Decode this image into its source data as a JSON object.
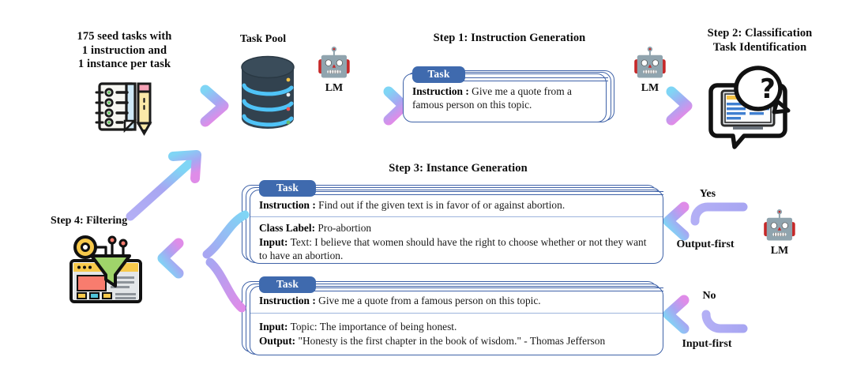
{
  "figure": {
    "background": "#ffffff",
    "accent_blue": "#3f6aae",
    "card_border": "#3f62a8",
    "arrow_gradient": [
      "#a8a6f2",
      "#7fd5f5",
      "#df8ce8"
    ]
  },
  "seed": {
    "caption": "175 seed tasks with\n1 instruction and\n1 instance per task",
    "icon": "notebook-pencil-icon"
  },
  "task_pool": {
    "title": "Task Pool",
    "icon": "database-stack-icon"
  },
  "lm": {
    "label": "LM",
    "icon": "robot-icon"
  },
  "step1": {
    "title": "Step 1: Instruction Generation",
    "card": {
      "tab": "Task",
      "rows": [
        {
          "bold": "Instruction :",
          "text": " Give me a quote from a famous person on this topic."
        }
      ]
    }
  },
  "step2": {
    "title": "Step 2: Classification\nTask Identification",
    "icon": "classification-question-icon"
  },
  "step3": {
    "title": "Step 3: Instance Generation",
    "card_output_first": {
      "tab": "Task",
      "rows": [
        {
          "bold": "Instruction :",
          "text": " Find out if the given text is in favor of or against abortion."
        },
        {
          "bold": "Class Label:",
          "text": " Pro-abortion",
          "bold2": "Input:",
          "text2": " Text: I believe that women should have the right to choose whether or not they want to have an abortion."
        }
      ]
    },
    "card_input_first": {
      "tab": "Task",
      "rows": [
        {
          "bold": "Instruction :",
          "text": " Give me a quote from a famous person on this topic."
        },
        {
          "bold": "Input:",
          "text": " Topic: The importance of being honest.",
          "bold2": "Output:",
          "text2": " \"Honesty is the first chapter in the book of wisdom.\" - Thomas Jefferson"
        }
      ]
    }
  },
  "step4": {
    "title": "Step 4: Filtering",
    "icon": "filter-funnel-icon"
  },
  "branches": {
    "yes": "Yes",
    "output_first": "Output-first",
    "no": "No",
    "input_first": "Input-first"
  }
}
